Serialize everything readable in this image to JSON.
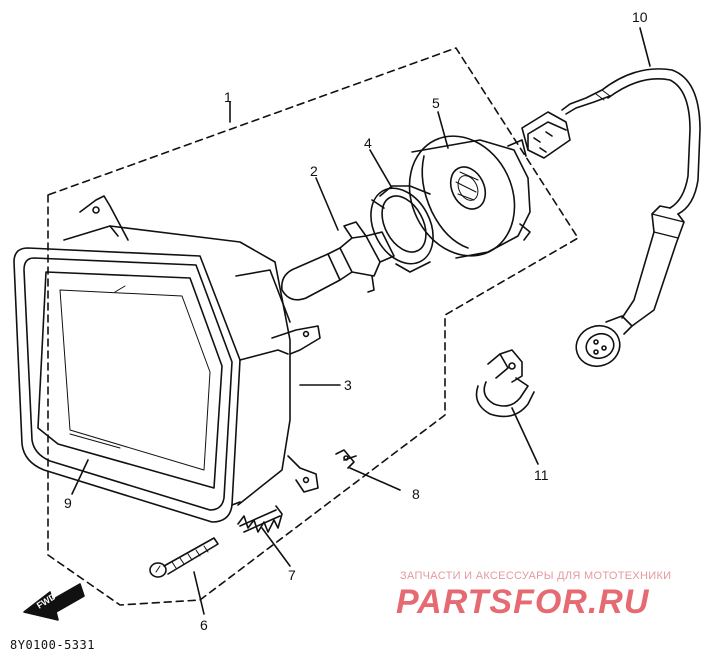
{
  "callouts": [
    "1",
    "2",
    "3",
    "4",
    "5",
    "6",
    "7",
    "8",
    "9",
    "10",
    "11"
  ],
  "fwd_label": "FWD",
  "part_code": "8Y0100-5331",
  "watermark": {
    "tagline": "ЗАПЧАСТИ И АКСЕССУАРЫ ДЛЯ МОТОТЕХНИКИ",
    "logo": "PARTSFOR.RU"
  }
}
